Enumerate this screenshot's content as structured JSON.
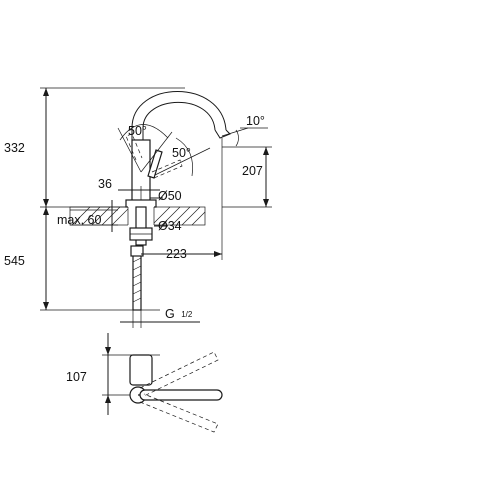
{
  "dimensions": {
    "total_height_top": "332",
    "spout_height": "207",
    "lower_length": "545",
    "body_width": "36",
    "base_diameter": "Ø50",
    "hole_diameter": "Ø34",
    "deck_thickness": "max. 60",
    "spout_reach": "223",
    "lever_angle_top": "50°",
    "lever_angle_side": "50°",
    "spout_tilt": "10°",
    "connection_main": "G",
    "connection_frac": "1/2",
    "plan_depth": "107"
  }
}
